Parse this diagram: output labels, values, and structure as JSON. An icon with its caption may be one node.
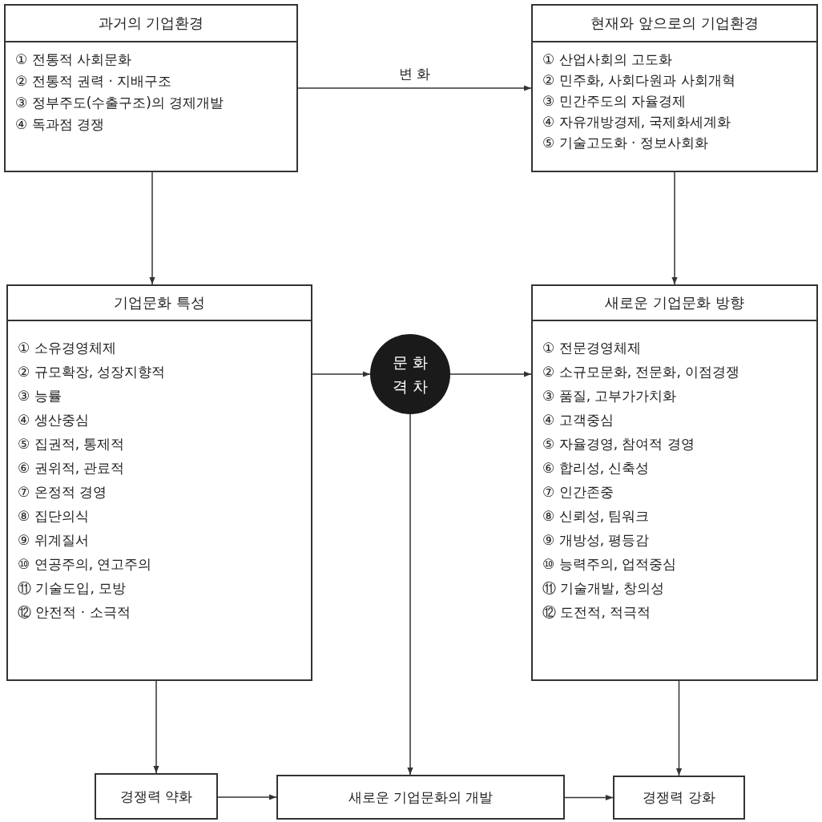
{
  "diagram": {
    "nodes": [
      {
        "text": [
          "과거의 기업환경",
          "① 전통적 사회문화",
          "② 전통적 권력 · 지배구조",
          "③ 정부주도(수출구조)의 경제개발",
          "④ 독과점 경쟁"
        ]
      },
      {
        "text": [
          "현재와 앞으로의 기업환경",
          "① 산업사회의 고도화",
          "② 민주화, 사회다원과 사회개혁",
          "③ 민간주도의 자율경제",
          "④ 자유개방경제, 국제화세계화",
          "⑤ 기술고도화 · 정보사회화"
        ]
      },
      {
        "text": [
          "기업문화 특성",
          "① 소유경영체제",
          "② 규모확장, 성장지향적",
          "③ 능률",
          "④ 생산중심",
          "⑤ 집권적, 통제적",
          "⑥ 권위적, 관료적",
          "⑦ 온정적 경영",
          "⑧ 집단의식",
          "⑨ 위계질서",
          "⑩ 연공주의, 연고주의",
          "⑪ 기술도입, 모방",
          "⑫ 안전적 · 소극적"
        ]
      },
      {
        "text": [
          "새로운 기업문화 방향",
          "① 전문경영체제",
          "② 소규모문화, 전문화, 이점경쟁",
          "③ 품질, 고부가가치화",
          "④ 고객중심",
          "⑤ 자율경영, 참여적 경영",
          "⑥ 합리성, 신축성",
          "⑦ 인간존중",
          "⑧ 신뢰성, 팀워크",
          "⑨ 개방성, 평등감",
          "⑩ 능력주의, 업적중심",
          "⑪ 기술개발, 창의성",
          "⑫ 도전적, 적극적"
        ]
      },
      {
        "text": [
          "문 화 격 차"
        ]
      },
      {
        "text": [
          "경쟁력 약화"
        ]
      },
      {
        "text": [
          "새로운 기업문화의 개발"
        ]
      },
      {
        "text": [
          "경쟁력 강화"
        ]
      }
    ],
    "edges": [
      {
        "from": 0,
        "to": 1,
        "arrow": "to",
        "label": "변 화"
      },
      {
        "from": 0,
        "to": 2,
        "arrow": "to"
      },
      {
        "from": 1,
        "to": 3,
        "arrow": "to"
      },
      {
        "from": 2,
        "to": 4,
        "arrow": "to"
      },
      {
        "from": 4,
        "to": 3,
        "arrow": "to"
      },
      {
        "from": 4,
        "to": 6,
        "arrow": "to"
      },
      {
        "from": 2,
        "to": 5,
        "arrow": "to"
      },
      {
        "from": 3,
        "to": 7,
        "arrow": "to"
      },
      {
        "from": 5,
        "to": 6,
        "arrow": "to"
      },
      {
        "from": 6,
        "to": 7,
        "arrow": "to"
      }
    ]
  }
}
